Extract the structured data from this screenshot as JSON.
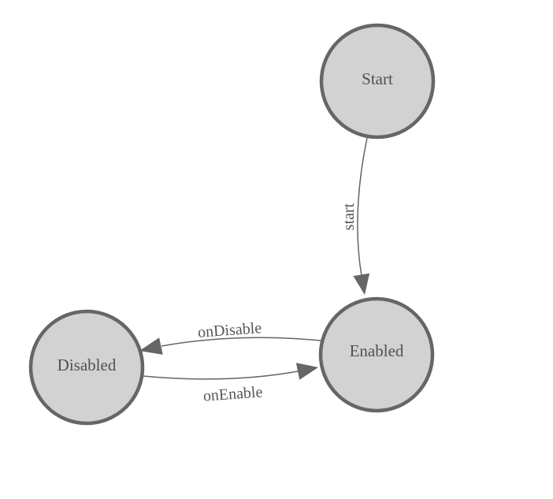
{
  "diagram": {
    "type": "state-machine",
    "background_color": "#ffffff",
    "node_fill_color": "#d2d2d2",
    "node_border_color": "#666666",
    "edge_color": "#666666",
    "text_color": "#515155",
    "nodes": [
      {
        "id": "start",
        "label": "Start"
      },
      {
        "id": "enabled",
        "label": "Enabled"
      },
      {
        "id": "disabled",
        "label": "Disabled"
      }
    ],
    "edges": [
      {
        "from": "Start",
        "to": "Enabled",
        "label": "start"
      },
      {
        "from": "Enabled",
        "to": "Disabled",
        "label": "onDisable"
      },
      {
        "from": "Disabled",
        "to": "Enabled",
        "label": "onEnable"
      }
    ]
  }
}
